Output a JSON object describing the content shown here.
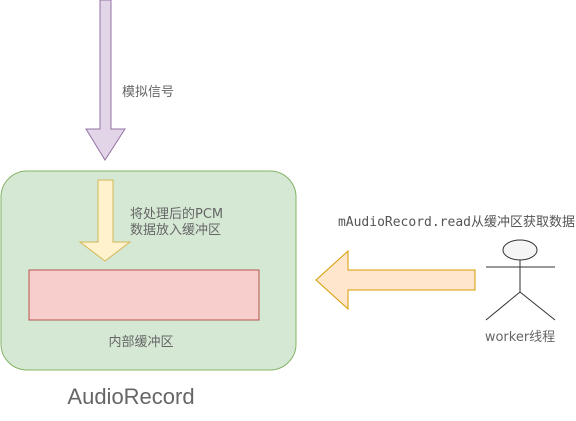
{
  "diagram": {
    "analog_signal_label": "模拟信号",
    "pcm_label_line1": "将处理后的PCM",
    "pcm_label_line2": "数据放入缓冲区",
    "internal_buffer_label": "内部缓冲区",
    "container_label": "AudioRecord",
    "read_call_label": "mAudioRecord.read从缓冲区获取数据",
    "worker_label": "worker线程"
  },
  "colors": {
    "analog_arrow_fill": "#e1d5e7",
    "analog_arrow_stroke": "#9673a6",
    "container_fill": "#d5e8d4",
    "container_stroke": "#82b366",
    "pcm_arrow_fill": "#fff2cc",
    "pcm_arrow_stroke": "#d6b656",
    "buffer_fill": "#f8cecc",
    "buffer_stroke": "#b85450",
    "read_arrow_fill": "#ffe6cc",
    "read_arrow_stroke": "#d79b00",
    "actor_fill": "#f5f5f5",
    "actor_stroke": "#333333"
  }
}
